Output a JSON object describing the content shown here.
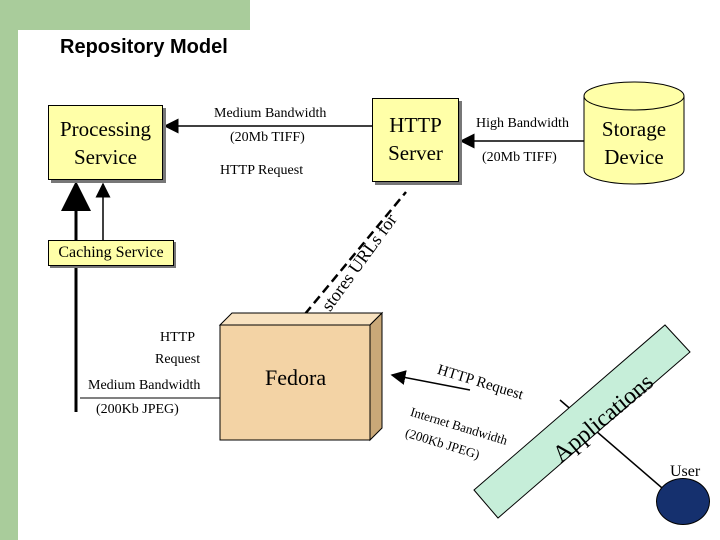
{
  "title": "Repository Model",
  "nodes": {
    "processing": [
      "Processing",
      "Service"
    ],
    "http_server": [
      "HTTP",
      "Server"
    ],
    "storage": [
      "Storage",
      "Device"
    ],
    "caching": "Caching Service",
    "fedora": "Fedora",
    "user": "User",
    "applications": "Applications"
  },
  "edges": {
    "server_to_processing": [
      "Medium Bandwidth",
      "(20Mb TIFF)"
    ],
    "http_request_top": "HTTP Request",
    "storage_to_server": [
      "High Bandwidth",
      "(20Mb TIFF)"
    ],
    "stores_urls": "stores URLs for",
    "fedora_to_processing": [
      "HTTP",
      "Request",
      "Medium Bandwidth",
      "(200Kb JPEG)"
    ],
    "http_request_user": "HTTP Request",
    "internet": [
      "Internet Bandwidth",
      "(200Kb JPEG)"
    ]
  },
  "colors": {
    "accent_green": "#a9cc9b",
    "box_yellow": "#ffffa8",
    "fedora_tan": "#f3d3a5",
    "applications_band": "#c6eed9",
    "user_navy": "#15306e"
  }
}
